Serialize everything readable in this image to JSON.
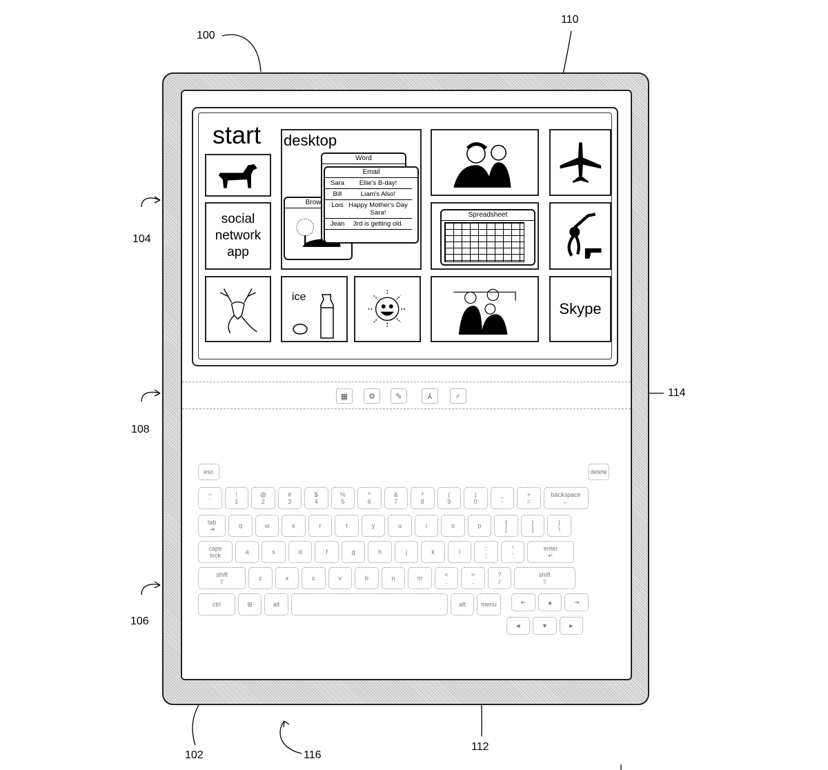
{
  "reference_numerals": {
    "device": "100",
    "tile_image": "110",
    "left_edge": "104",
    "toolbar_area": "108",
    "keyboard_area": "106",
    "toolbar": "114",
    "bezel": "102",
    "bottom": "116",
    "key": "112"
  },
  "tiles": {
    "start": "start",
    "desktop": "desktop",
    "social": "social\nnetwork\napp",
    "ice": "ice",
    "skype": "Skype"
  },
  "desktop_windows": {
    "word_title": "Word",
    "email_title": "Email",
    "browser_title": "Browser",
    "spreadsheet_title": "Spreadsheet",
    "emails": [
      {
        "from": "Sara",
        "subject": "Ellie's B-day!"
      },
      {
        "from": "Bill",
        "subject": "Liam's Also!"
      },
      {
        "from": "Lois",
        "subject": "Happy Mother's Day Sara!"
      },
      {
        "from": "Jean",
        "subject": "3rd is getting old."
      }
    ]
  },
  "toolbar_icons": [
    "grid-icon",
    "settings-icon",
    "pen-icon",
    "share-icon",
    "search-icon"
  ],
  "keyboard": {
    "rows": [
      [
        {
          "l": "esc",
          "w": 1
        },
        {
          "gap": "fill"
        },
        {
          "l": "delete",
          "w": 1
        }
      ],
      [
        {
          "l": "~\n`"
        },
        {
          "l": "!\n1"
        },
        {
          "l": "@\n2"
        },
        {
          "l": "#\n3"
        },
        {
          "l": "$\n4"
        },
        {
          "l": "%\n5"
        },
        {
          "l": "^\n6"
        },
        {
          "l": "&\n7"
        },
        {
          "l": "*\n8"
        },
        {
          "l": "(\n9"
        },
        {
          "l": ")\n0"
        },
        {
          "l": "_\n-"
        },
        {
          "l": "+\n="
        },
        {
          "l": "backspace\n←",
          "w": 1.8
        }
      ],
      [
        {
          "l": "tab\n⇥",
          "w": 1.15
        },
        {
          "l": "q"
        },
        {
          "l": "w"
        },
        {
          "l": "e"
        },
        {
          "l": "r"
        },
        {
          "l": "t"
        },
        {
          "l": "y"
        },
        {
          "l": "u"
        },
        {
          "l": "i"
        },
        {
          "l": "o"
        },
        {
          "l": "p"
        },
        {
          "l": "{\n["
        },
        {
          "l": "}\n]"
        },
        {
          "l": "|\n\\"
        }
      ],
      [
        {
          "l": "caps\nlock",
          "w": 1.4
        },
        {
          "l": "a"
        },
        {
          "l": "s"
        },
        {
          "l": "d"
        },
        {
          "l": "f"
        },
        {
          "l": "g"
        },
        {
          "l": "h"
        },
        {
          "l": "j"
        },
        {
          "l": "k"
        },
        {
          "l": "l"
        },
        {
          "l": ":\n;"
        },
        {
          "l": "\"\n'"
        },
        {
          "l": "enter\n↵",
          "w": 1.85
        }
      ],
      [
        {
          "l": "shift\n⇧",
          "w": 1.9
        },
        {
          "l": "z"
        },
        {
          "l": "x"
        },
        {
          "l": "c"
        },
        {
          "l": "v"
        },
        {
          "l": "b"
        },
        {
          "l": "n"
        },
        {
          "l": "m"
        },
        {
          "l": "<\n,"
        },
        {
          "l": ">\n."
        },
        {
          "l": "?\n/"
        },
        {
          "l": "shift\n⇧",
          "w": 2.4
        }
      ],
      [
        {
          "l": "ctrl",
          "w": 1.5
        },
        {
          "l": "⊞"
        },
        {
          "l": "alt"
        },
        {
          "l": "",
          "w": 6
        },
        {
          "l": "alt"
        },
        {
          "l": "menu"
        },
        {
          "gap": 0.3
        },
        {
          "l": "⇤"
        },
        {
          "l": "▲"
        },
        {
          "l": "⇥"
        }
      ],
      [
        {
          "gap": 11.6
        },
        {
          "l": "◄"
        },
        {
          "l": "▼"
        },
        {
          "l": "►"
        }
      ]
    ]
  }
}
